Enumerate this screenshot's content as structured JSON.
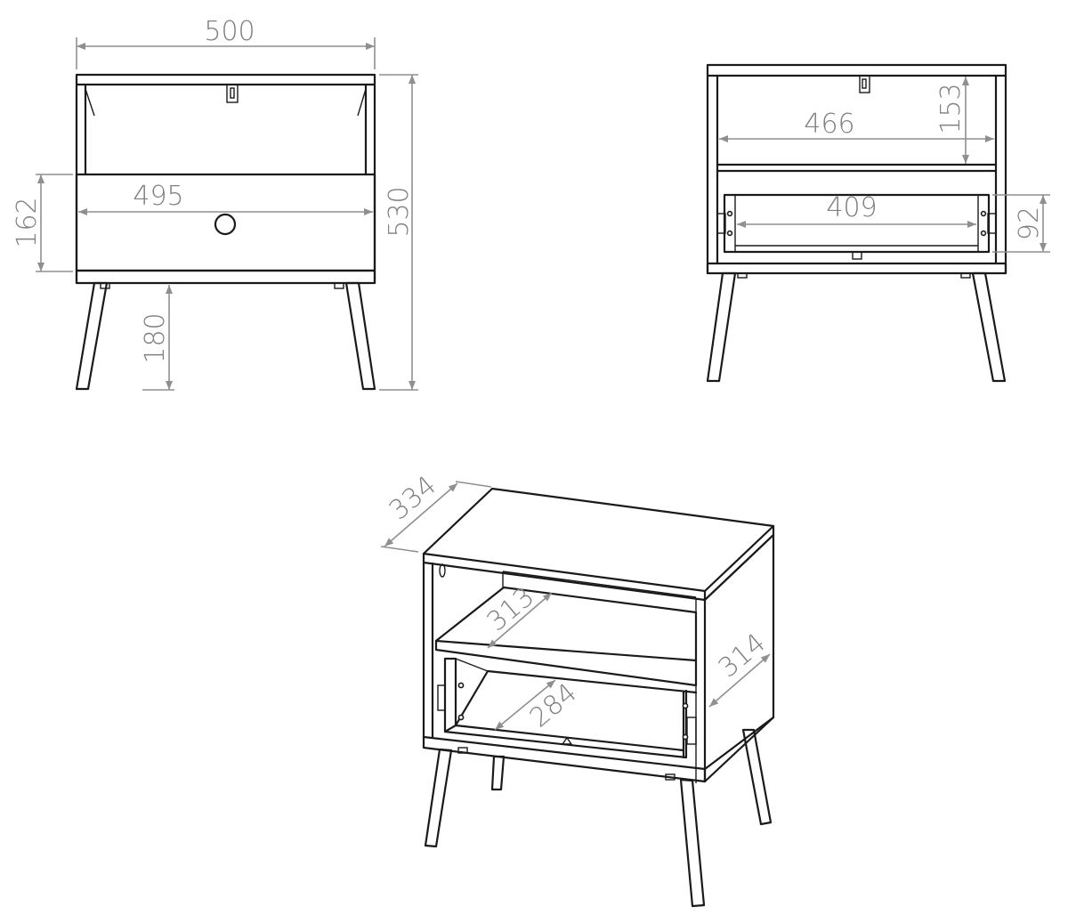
{
  "front_view": {
    "width": "500",
    "drawer_width": "495",
    "drawer_height": "162",
    "total_height": "530",
    "leg_height": "180"
  },
  "back_view": {
    "inner_width": "466",
    "shelf_gap": "153",
    "drawer_inner_width": "409",
    "drawer_inner_height": "92"
  },
  "iso_view": {
    "depth": "334",
    "shelf_depth": "313",
    "side_depth": "314",
    "drawer_depth": "284"
  }
}
